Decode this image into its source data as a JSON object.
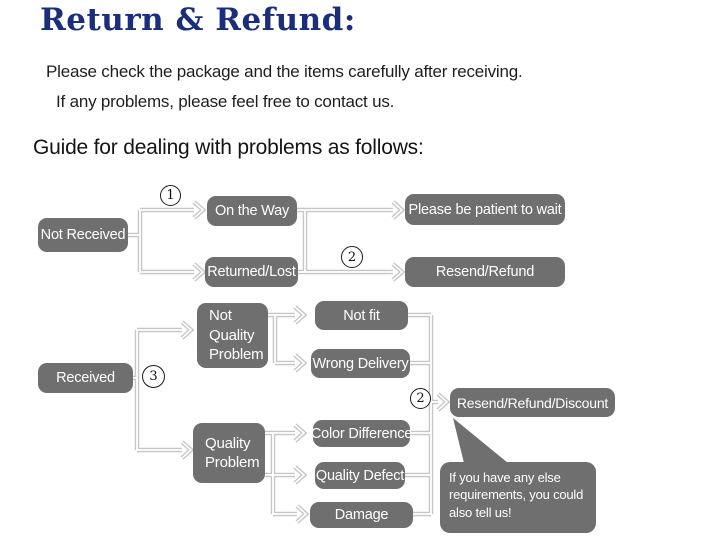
{
  "header": {
    "title": "Return & Refund:",
    "intro_line1": "Please check the package and the items carefully after receiving.",
    "intro_line2": "If any problems, please feel free to contact us.",
    "guide_heading": "Guide for dealing with problems as follows:"
  },
  "colors": {
    "title_navy": "#1b2e7e",
    "node_gray": "#6f6f6f",
    "node_text": "#ffffff",
    "connector_gray": "#c6c6c6",
    "body_text": "#1e1e1e"
  },
  "flowchart": {
    "nodes": [
      {
        "id": "not-received",
        "label": "Not Received"
      },
      {
        "id": "on-the-way",
        "label": "On the Way"
      },
      {
        "id": "returned-lost",
        "label": "Returned/Lost"
      },
      {
        "id": "please-be-patient",
        "label": "Please be patient to wait"
      },
      {
        "id": "resend-refund",
        "label": "Resend/Refund"
      },
      {
        "id": "received",
        "label": "Received"
      },
      {
        "id": "not-quality-problem",
        "label": "Not Quality Problem"
      },
      {
        "id": "not-fit",
        "label": "Not fit"
      },
      {
        "id": "wrong-delivery",
        "label": "Wrong Delivery"
      },
      {
        "id": "quality-problem",
        "label": "Quality Problem"
      },
      {
        "id": "color-difference",
        "label": "Color Difference"
      },
      {
        "id": "quality-defect",
        "label": "Quality Defect"
      },
      {
        "id": "damage",
        "label": "Damage"
      },
      {
        "id": "resend-refund-discount",
        "label": "Resend/Refund/Discount"
      }
    ],
    "markers": [
      {
        "id": "step-1",
        "label": "1"
      },
      {
        "id": "step-2-top",
        "label": "2"
      },
      {
        "id": "step-3",
        "label": "3"
      },
      {
        "id": "step-2-bottom",
        "label": "2"
      }
    ],
    "edges": [
      {
        "from": "not-received",
        "to": "on-the-way"
      },
      {
        "from": "not-received",
        "to": "returned-lost"
      },
      {
        "from": "on-the-way",
        "to": "please-be-patient"
      },
      {
        "from": "returned-lost",
        "to": "resend-refund"
      },
      {
        "from": "received",
        "to": "not-quality-problem"
      },
      {
        "from": "received",
        "to": "quality-problem"
      },
      {
        "from": "not-quality-problem",
        "to": "not-fit"
      },
      {
        "from": "not-quality-problem",
        "to": "wrong-delivery"
      },
      {
        "from": "quality-problem",
        "to": "color-difference"
      },
      {
        "from": "quality-problem",
        "to": "quality-defect"
      },
      {
        "from": "quality-problem",
        "to": "damage"
      },
      {
        "from": "not-fit",
        "to": "resend-refund-discount"
      },
      {
        "from": "wrong-delivery",
        "to": "resend-refund-discount"
      },
      {
        "from": "color-difference",
        "to": "resend-refund-discount"
      },
      {
        "from": "quality-defect",
        "to": "resend-refund-discount"
      },
      {
        "from": "damage",
        "to": "resend-refund-discount"
      }
    ],
    "note_bubble": {
      "text": "If you have any else requirements, you could also tell us!"
    }
  }
}
